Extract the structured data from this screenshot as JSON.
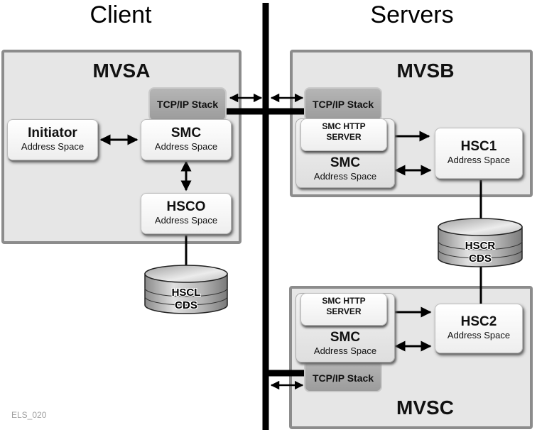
{
  "headings": {
    "client": "Client",
    "servers": "Servers"
  },
  "mvsa": {
    "title": "MVSA",
    "tcpip": "TCP/IP Stack",
    "initiator": {
      "name": "Initiator",
      "sub": "Address Space"
    },
    "smc": {
      "name": "SMC",
      "sub": "Address Space"
    },
    "hsco": {
      "name": "HSCO",
      "sub": "Address Space"
    },
    "database": {
      "line1": "HSCL",
      "line2": "CDS"
    }
  },
  "mvsb": {
    "title": "MVSB",
    "tcpip": "TCP/IP Stack",
    "http_server": {
      "line1": "SMC HTTP",
      "line2": "SERVER"
    },
    "smc": {
      "name": "SMC",
      "sub": "Address Space"
    },
    "hsc": {
      "name": "HSC1",
      "sub": "Address Space"
    }
  },
  "shared_database": {
    "line1": "HSCR",
    "line2": "CDS"
  },
  "mvsc": {
    "title": "MVSC",
    "tcpip": "TCP/IP Stack",
    "http_server": {
      "line1": "SMC HTTP",
      "line2": "SERVER"
    },
    "smc": {
      "name": "SMC",
      "sub": "Address Space"
    },
    "hsc": {
      "name": "HSC2",
      "sub": "Address Space"
    }
  },
  "figure_id": "ELS_020"
}
